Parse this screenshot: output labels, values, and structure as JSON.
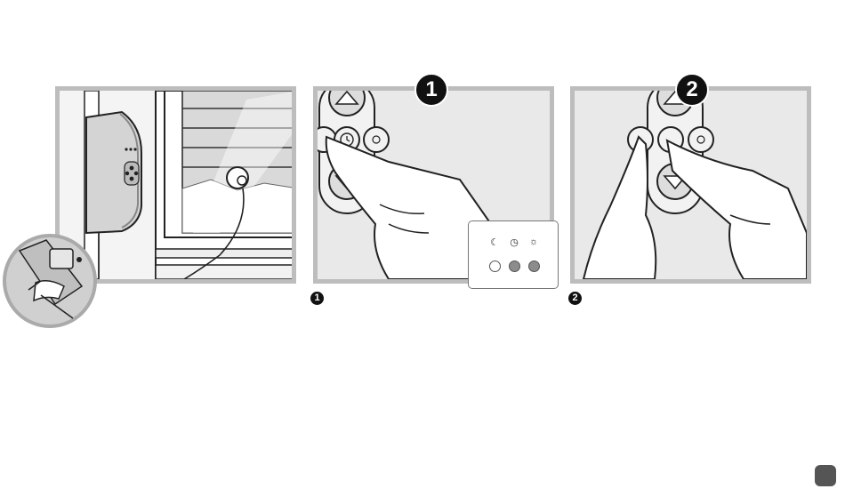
{
  "steps": {
    "step1_badge": "1",
    "step2_badge": "2",
    "step1_label": "1",
    "step2_label": "2"
  },
  "legend": {
    "icons": [
      "moon-icon",
      "clock-icon",
      "sun-icon"
    ],
    "icon_glyphs": [
      "☾",
      "◷",
      "☼"
    ],
    "led_states": [
      "off",
      "on",
      "on"
    ],
    "led_colors": {
      "off": "#ffffff",
      "on": "#8c8c8c"
    }
  },
  "colors": {
    "panel_border": "#bdbdbd",
    "panel_fill": "#e9e9e9",
    "badge": "#111111",
    "page_marker": "#555555"
  }
}
